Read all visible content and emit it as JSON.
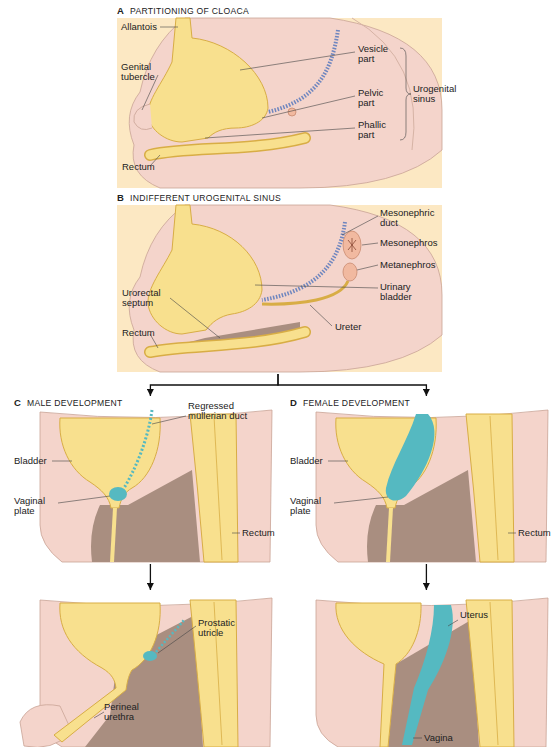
{
  "diagram": {
    "nodes": [
      {
        "text": [
          "A",
          "PARTITIONING OF CLOACA",
          "Allantois",
          "Genital tubercle",
          "Rectum",
          "Vesicle part",
          "Pelvic part",
          "Phallic part",
          "Urogenital sinus"
        ]
      },
      {
        "text": [
          "B",
          "INDIFFERENT UROGENITAL SINUS",
          "Mesonephric duct",
          "Mesonephros",
          "Metanephros",
          "Urinary bladder",
          "Urorectal septum",
          "Rectum",
          "Ureter"
        ]
      },
      {
        "text": [
          "C",
          "MALE DEVELOPMENT",
          "Regressed müllerian duct",
          "Bladder",
          "Vaginal plate",
          "Rectum"
        ]
      },
      {
        "text": [
          "D",
          "FEMALE DEVELOPMENT",
          "Bladder",
          "Vaginal plate",
          "Rectum"
        ]
      },
      {
        "text": [
          "Prostatic utricle",
          "Perineal urethra"
        ]
      },
      {
        "text": [
          "Uterus",
          "Vagina"
        ]
      }
    ],
    "edges": [
      {
        "from": 1,
        "to": 2,
        "arrow": "to"
      },
      {
        "from": 1,
        "to": 3,
        "arrow": "to"
      },
      {
        "from": 2,
        "to": 4,
        "arrow": "to"
      },
      {
        "from": 3,
        "to": 5,
        "arrow": "to"
      }
    ]
  }
}
